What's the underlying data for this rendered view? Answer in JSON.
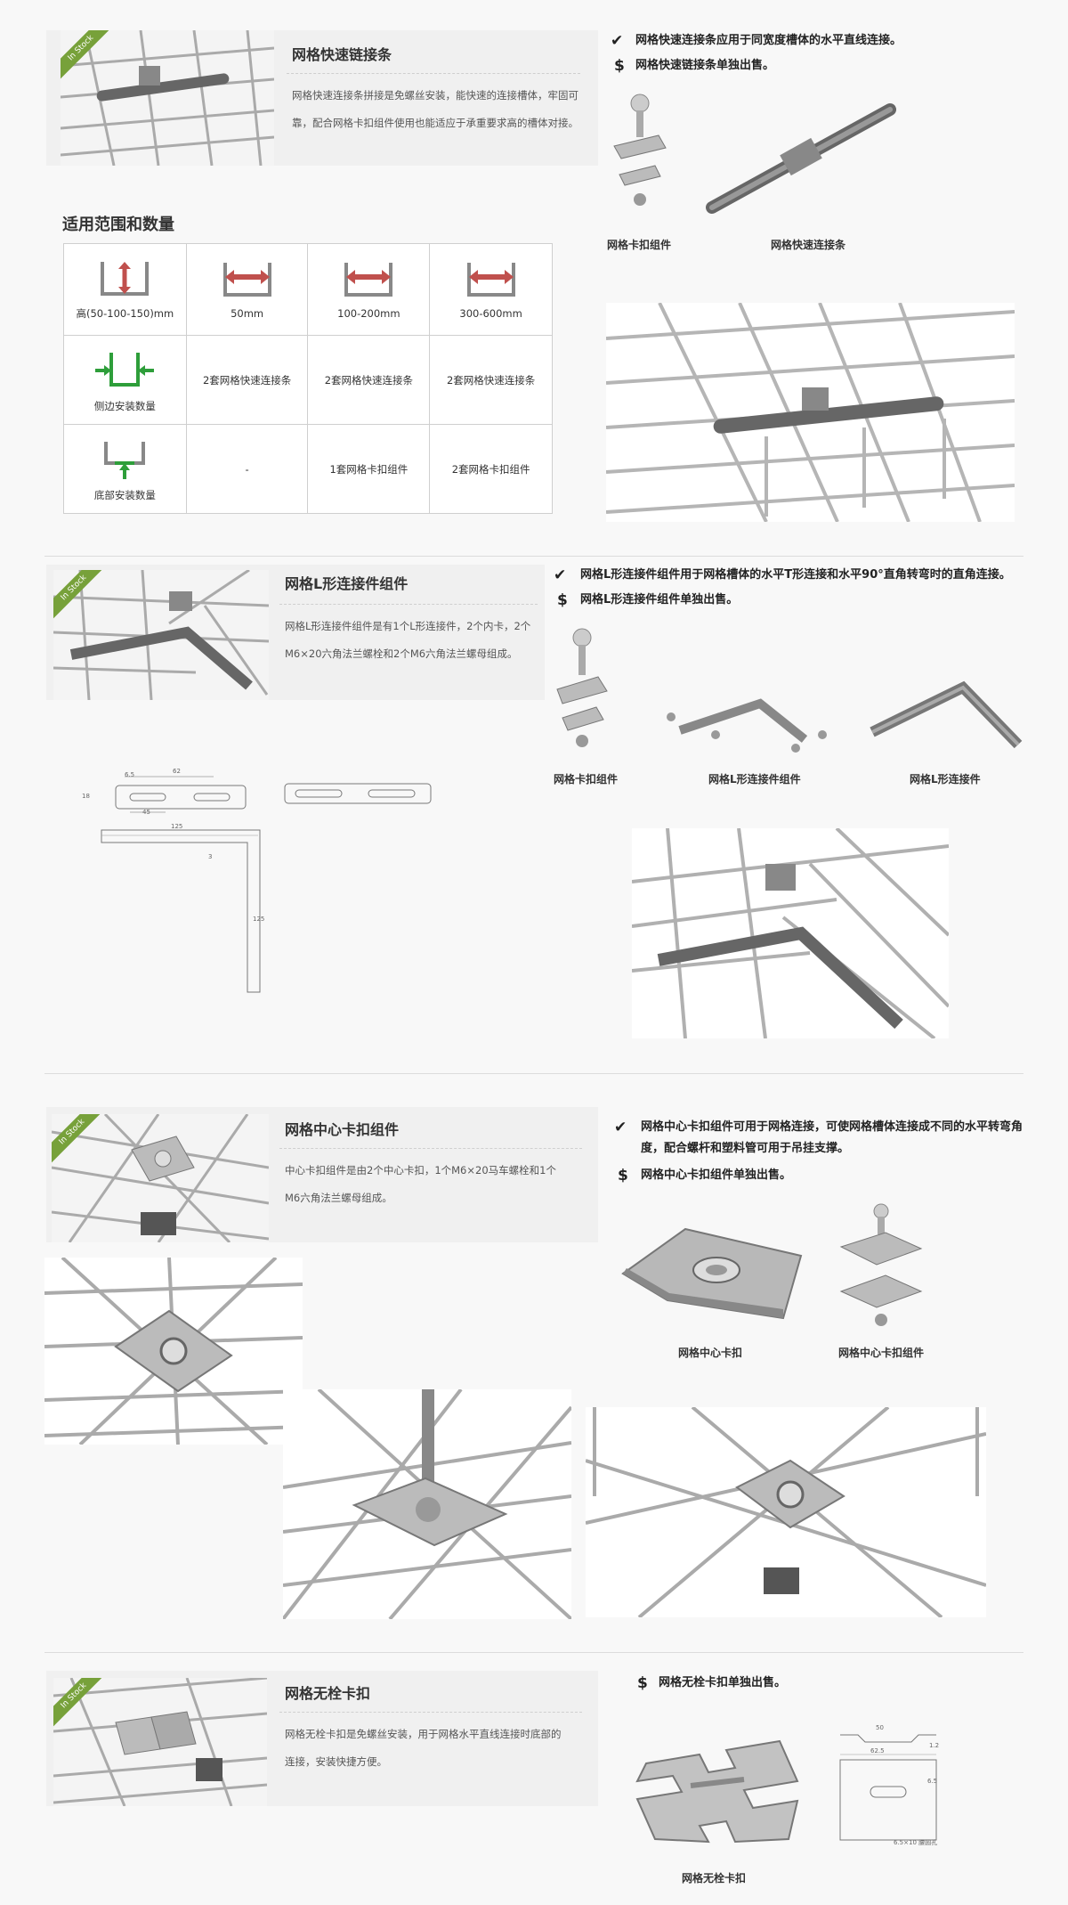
{
  "colors": {
    "badge": "#77a13a",
    "arrow_red": "#c0504d",
    "arrow_green": "#2e9e3a"
  },
  "badge_label": "In Stock",
  "sec1": {
    "title": "网格快速链接条",
    "desc": "网格快速连接条拼接是免螺丝安装，能快速的连接槽体，牢固可靠，配合网格卡扣组件使用也能适应于承重要求高的槽体对接。",
    "bullets": [
      {
        "icon": "✔",
        "text": "网格快速连接条应用于同宽度槽体的水平直线连接。"
      },
      {
        "icon": "$",
        "text": "网格快速链接条单独出售。"
      }
    ],
    "cap_clip": "网格卡扣组件",
    "cap_bar": "网格快速连接条"
  },
  "table": {
    "title": "适用范围和数量",
    "headers": [
      "高(50-100-150)mm",
      "50mm",
      "100-200mm",
      "300-600mm"
    ],
    "rows": [
      {
        "label": "侧边安装数量",
        "cells": [
          "2套网格快速连接条",
          "2套网格快速连接条",
          "2套网格快速连接条"
        ]
      },
      {
        "label": "底部安装数量",
        "cells": [
          "-",
          "1套网格卡扣组件",
          "2套网格卡扣组件"
        ]
      }
    ]
  },
  "sec2": {
    "title": "网格L形连接件组件",
    "desc": "网格L形连接件组件是有1个L形连接件，2个内卡，2个M6×20六角法兰螺栓和2个M6六角法兰螺母组成。",
    "bullets": [
      {
        "icon": "✔",
        "text": "网格L形连接件组件用于网格槽体的水平T形连接和水平90°直角转弯时的直角连接。"
      },
      {
        "icon": "$",
        "text": "网格L形连接件组件单独出售。"
      }
    ],
    "cap_clip": "网格卡扣组件",
    "cap_kit": "网格L形连接件组件",
    "cap_l": "网格L形连接件",
    "dims": {
      "d1": "6.5",
      "d2": "62",
      "d3": "45",
      "d4": "18",
      "d5": "125",
      "d6": "3",
      "d7": "125"
    }
  },
  "sec3": {
    "title": "网格中心卡扣组件",
    "desc": "中心卡扣组件是由2个中心卡扣，1个M6×20马车螺栓和1个M6六角法兰螺母组成。",
    "bullets": [
      {
        "icon": "✔",
        "text": "网格中心卡扣组件可用于网格连接，可使网格槽体连接成不同的水平转弯角度，配合螺杆和塑料管可用于吊挂支撑。"
      },
      {
        "icon": "$",
        "text": "网格中心卡扣组件单独出售。"
      }
    ],
    "cap_center": "网格中心卡扣",
    "cap_kit": "网格中心卡扣组件"
  },
  "sec4": {
    "title": "网格无栓卡扣",
    "desc": "网格无栓卡扣是免螺丝安装，用于网格水平直线连接时底部的连接，安装快捷方便。",
    "bullets": [
      {
        "icon": "$",
        "text": "网格无栓卡扣单独出售。"
      }
    ],
    "cap": "网格无栓卡扣",
    "dims": {
      "a": "50",
      "b": "1.2",
      "c": "62.5",
      "d": "6.5",
      "e": "6.5×10 腰圆孔"
    }
  }
}
